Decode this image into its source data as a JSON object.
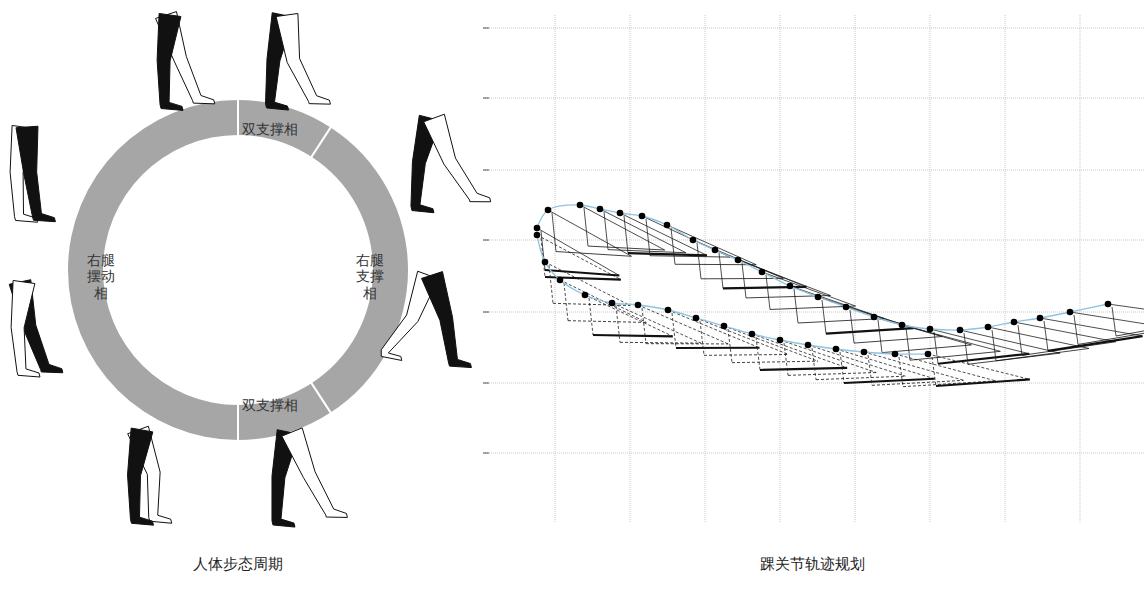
{
  "diagram": {
    "nodes": [
      {
        "text": [
          "双支撑相"
        ]
      },
      {
        "text": [
          "右腿支撑相"
        ]
      },
      {
        "text": [
          "双支撑相"
        ]
      },
      {
        "text": [
          "右腿摆动相"
        ]
      }
    ],
    "labels": [
      "人体步态周期",
      "踝关节轨迹规划"
    ]
  }
}
